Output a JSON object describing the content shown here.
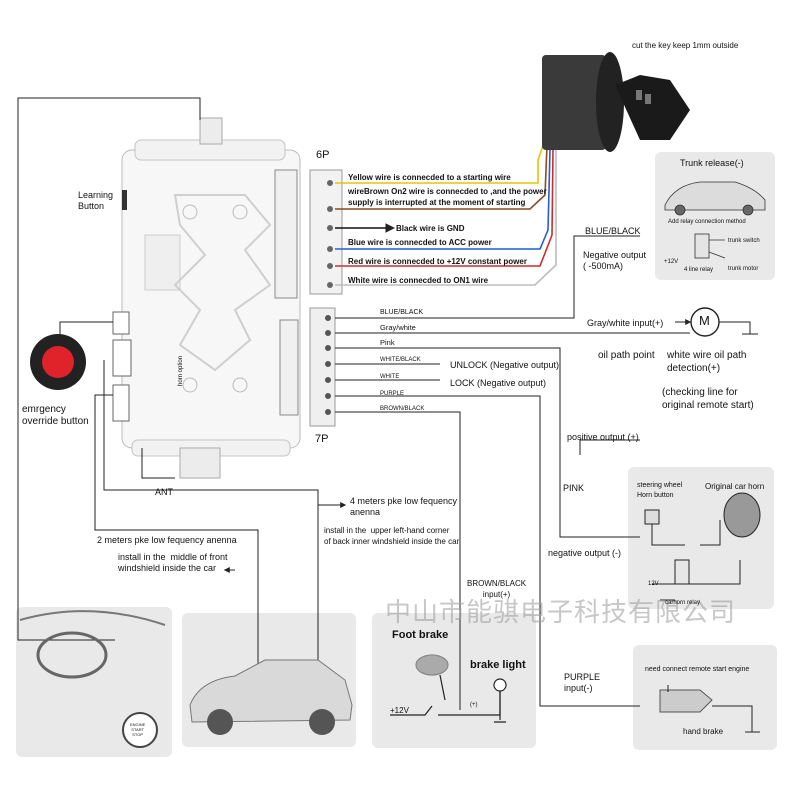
{
  "labels": {
    "cut_key": "cut the key keep 1mm outside",
    "learning_button": "Learning\nButton",
    "port_6p": "6P",
    "port_7p": "7P",
    "ant": "ANT",
    "horn_option": "horn option",
    "emergency": "emrgency\noverride button",
    "trunk_release": "Trunk release(-)",
    "add_relay": "Add relay connection method",
    "trunk_switch": "trunk switch",
    "plus12v_small": "+12V",
    "four_line_relay": "4 line relay",
    "trunk_motor": "trunk motor",
    "blue_black_top": "BLUE/BLACK",
    "negative_output_500": "Negative output\n( -500mA)",
    "motor_m": "M",
    "oil_path_point": "oil path point",
    "white_wire_oil": "white wire oil path\ndetection(+)",
    "checking_line": "(checking line for\noriginal remote start)",
    "positive_output": "positive output  (+)",
    "pink_label": "PINK",
    "negative_output": "negative output  (-)",
    "steering_wheel": "steering wheel\nHorn button",
    "original_horn": "Original car horn",
    "plus12v_relay": "12V",
    "carhorn_relay": "carhorn relay",
    "four_meters": "4 meters pke low fequency\nanenna",
    "install_upper": "install in the  upper left-hand corner\nof back inner windshield inside the car",
    "two_meters": "2 meters pke low fequency anenna",
    "install_middle": "install in the  middle of front\nwindshield inside the car",
    "brown_black_input": "BROWN/BLACK\ninput(+)",
    "foot_brake": "Foot brake",
    "brake_light": "brake light",
    "plus12v_brake": "+12V",
    "plus_sign": "(+)",
    "purple_input": "PURPLE\ninput(-)",
    "need_connect": "need connect remote start engine",
    "hand_brake": "hand brake",
    "engine_button": "ENGINE\nSTART\nSTOP",
    "watermark": "中山市能骐电子科技有限公司"
  },
  "wires_6p": [
    {
      "text": "Yellow wire is connecded to a starting wire"
    },
    {
      "text": "wireBrown On2 wire is connecded to ,and the power\nsupply is interrupted at the moment of starting"
    },
    {
      "text": "Black wire is GND"
    },
    {
      "text": "Blue wire is connecded to ACC power"
    },
    {
      "text": "Red wire is connecded to +12V constant power"
    },
    {
      "text": "White wire is connecded to ON1 wire"
    }
  ],
  "wires_7p": [
    {
      "text": "BLUE/BLACK"
    },
    {
      "text": "Gray/white"
    },
    {
      "text": "Pink"
    },
    {
      "text": "WHITE/BLACK"
    },
    {
      "text": "WHITE"
    },
    {
      "text": "PURPLE"
    },
    {
      "text": "BROWN/BLACK"
    }
  ],
  "outputs": {
    "unlock": "UNLOCK (Negative output)",
    "lock": "LOCK (Negative output)",
    "gray_white_input": "Gray/white  input(+)"
  },
  "colors": {
    "yellow": "#e8c400",
    "brown": "#8a4b20",
    "black": "#111111",
    "blue": "#1f5fd6",
    "red": "#d12a2a",
    "white_wire": "#cfcfcf",
    "button_red": "#e0222a",
    "watermark": "#9a9a9a"
  }
}
